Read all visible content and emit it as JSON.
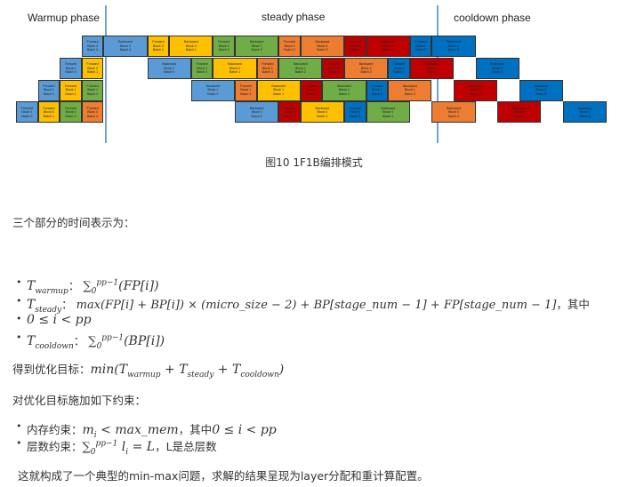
{
  "diagram": {
    "phases": {
      "warmup": "Warmup phase",
      "steady": "steady phase",
      "cooldown": "cooldown phase"
    },
    "labels": {
      "forward": "Forward",
      "backward": "Backward",
      "block": "Block",
      "batch": "Batch"
    },
    "colors": {
      "0": "#5b9bd5",
      "1": "#ffc000",
      "2": "#70ad47",
      "3": "#ed7d31",
      "4": "#c00000",
      "5": "#0070c0"
    },
    "time_units": {
      "forward": 1,
      "backward": 2
    },
    "rows": [
      {
        "block": 3,
        "ops": [
          [
            "F",
            0,
            3
          ],
          [
            "B",
            0,
            4
          ],
          [
            "F",
            1,
            6
          ],
          [
            "B",
            1,
            7
          ],
          [
            "F",
            2,
            9
          ],
          [
            "B",
            2,
            10
          ],
          [
            "F",
            3,
            12
          ],
          [
            "B",
            3,
            13
          ],
          [
            "F",
            4,
            15
          ],
          [
            "B",
            4,
            16
          ],
          [
            "F",
            5,
            18
          ],
          [
            "B",
            5,
            19
          ]
        ]
      },
      {
        "block": 2,
        "ops": [
          [
            "F",
            0,
            2
          ],
          [
            "F",
            1,
            3
          ],
          [
            "B",
            0,
            6
          ],
          [
            "F",
            2,
            8
          ],
          [
            "B",
            1,
            9
          ],
          [
            "F",
            3,
            11
          ],
          [
            "B",
            2,
            12
          ],
          [
            "F",
            4,
            14
          ],
          [
            "B",
            3,
            15
          ],
          [
            "F",
            5,
            17
          ],
          [
            "B",
            4,
            18
          ],
          [
            "B",
            5,
            21
          ]
        ]
      },
      {
        "block": 1,
        "ops": [
          [
            "F",
            0,
            1
          ],
          [
            "F",
            1,
            2
          ],
          [
            "F",
            2,
            3
          ],
          [
            "B",
            0,
            8
          ],
          [
            "F",
            3,
            10
          ],
          [
            "B",
            1,
            11
          ],
          [
            "F",
            4,
            13
          ],
          [
            "B",
            2,
            14
          ],
          [
            "F",
            5,
            16
          ],
          [
            "B",
            3,
            17
          ],
          [
            "B",
            4,
            20
          ],
          [
            "B",
            5,
            23
          ]
        ]
      },
      {
        "block": 0,
        "ops": [
          [
            "F",
            0,
            0
          ],
          [
            "F",
            1,
            1
          ],
          [
            "F",
            2,
            2
          ],
          [
            "F",
            3,
            3
          ],
          [
            "B",
            0,
            10
          ],
          [
            "F",
            4,
            12
          ],
          [
            "B",
            1,
            13
          ],
          [
            "F",
            5,
            15
          ],
          [
            "B",
            2,
            16
          ],
          [
            "B",
            3,
            19
          ],
          [
            "B",
            4,
            22
          ],
          [
            "B",
            5,
            25
          ]
        ]
      }
    ],
    "caption": "图10 1F1B编排模式"
  },
  "text": {
    "intro": "三个部分的时间表示为：",
    "T": "T",
    "warmup_sub": "warmup",
    "steady_sub": "steady",
    "cooldown_sub": "cooldown",
    "colon": "：",
    "sum": "∑",
    "sum_sup": "pp−1",
    "sum_sub": "0",
    "fp_i": "(FP[i])",
    "bp_i": "(BP[i])",
    "steady_expr": "max(FP[i] + BP[i]) × (micro_size − 2) + BP[stage_num − 1] + FP[stage_num − 1]",
    "where": "，其中",
    "range": "0 ≤ i < pp",
    "objective_label": "得到优化目标：",
    "min_open": "min(",
    "plus": " + ",
    "close": ")",
    "constraint_intro": "对优化目标施加如下约束：",
    "mem_label": "内存约束：",
    "mem_expr": "m",
    "mem_sub": "i",
    "mem_rest": " < max_mem",
    "layer_label": "层数约束：",
    "layer_expr": "l",
    "layer_sub": "i",
    "layer_rest": " = L",
    "layer_note_L": "，L",
    "layer_note": "是总层数",
    "conclusion": "这就构成了一个典型的min-max问题，求解的结果呈现为layer分配和重计算配置。"
  }
}
